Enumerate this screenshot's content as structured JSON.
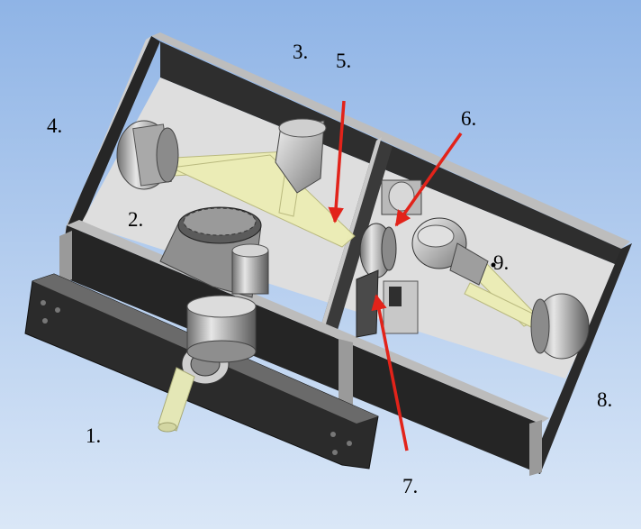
{
  "labels": [
    "1.",
    "2.",
    "3.",
    "4.",
    "5.",
    "6.",
    "7.",
    "8.",
    "9."
  ],
  "colors": {
    "background_top": "#8fb4e6",
    "background_bottom": "#d8e6f7",
    "housing": "#2a2a2a",
    "interior": "#dcdcdc",
    "beam": "#ecedb4",
    "arrow": "#e2231a"
  }
}
